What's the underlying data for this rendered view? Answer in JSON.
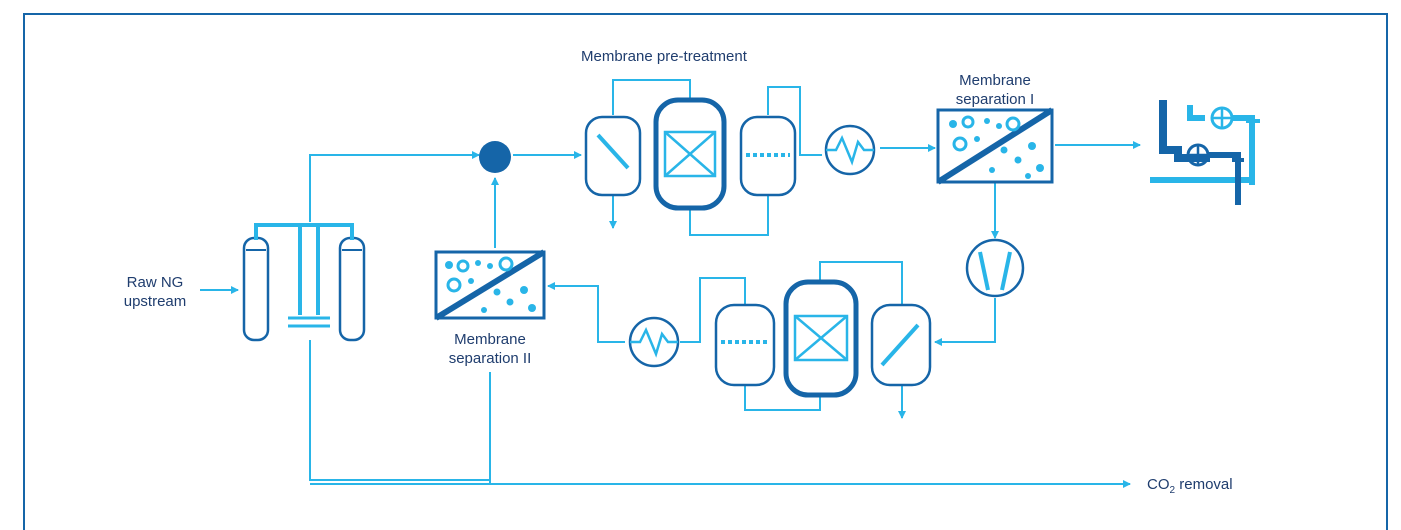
{
  "labels": {
    "pretreatment": "Membrane pre-treatment",
    "sep1_line1": "Membrane",
    "sep1_line2": "separation I",
    "sep2_line1": "Membrane",
    "sep2_line2": "separation II",
    "raw_line1": "Raw NG",
    "raw_line2": "upstream",
    "co2_prefix": "CO",
    "co2_subscript": "2",
    "co2_suffix": " removal"
  },
  "colors": {
    "frame": "#1565a8",
    "pipe": "#29b5e8",
    "equipment_dark": "#1565a8",
    "text": "#1f3d6e"
  },
  "icons": [
    "separator-vessel-icon",
    "mixer-node-icon",
    "pretreatment-vessel-icon",
    "filter-vessel-icon",
    "heat-exchanger-icon",
    "membrane-module-icon",
    "compressor-icon",
    "pipeline-destination-icon"
  ]
}
